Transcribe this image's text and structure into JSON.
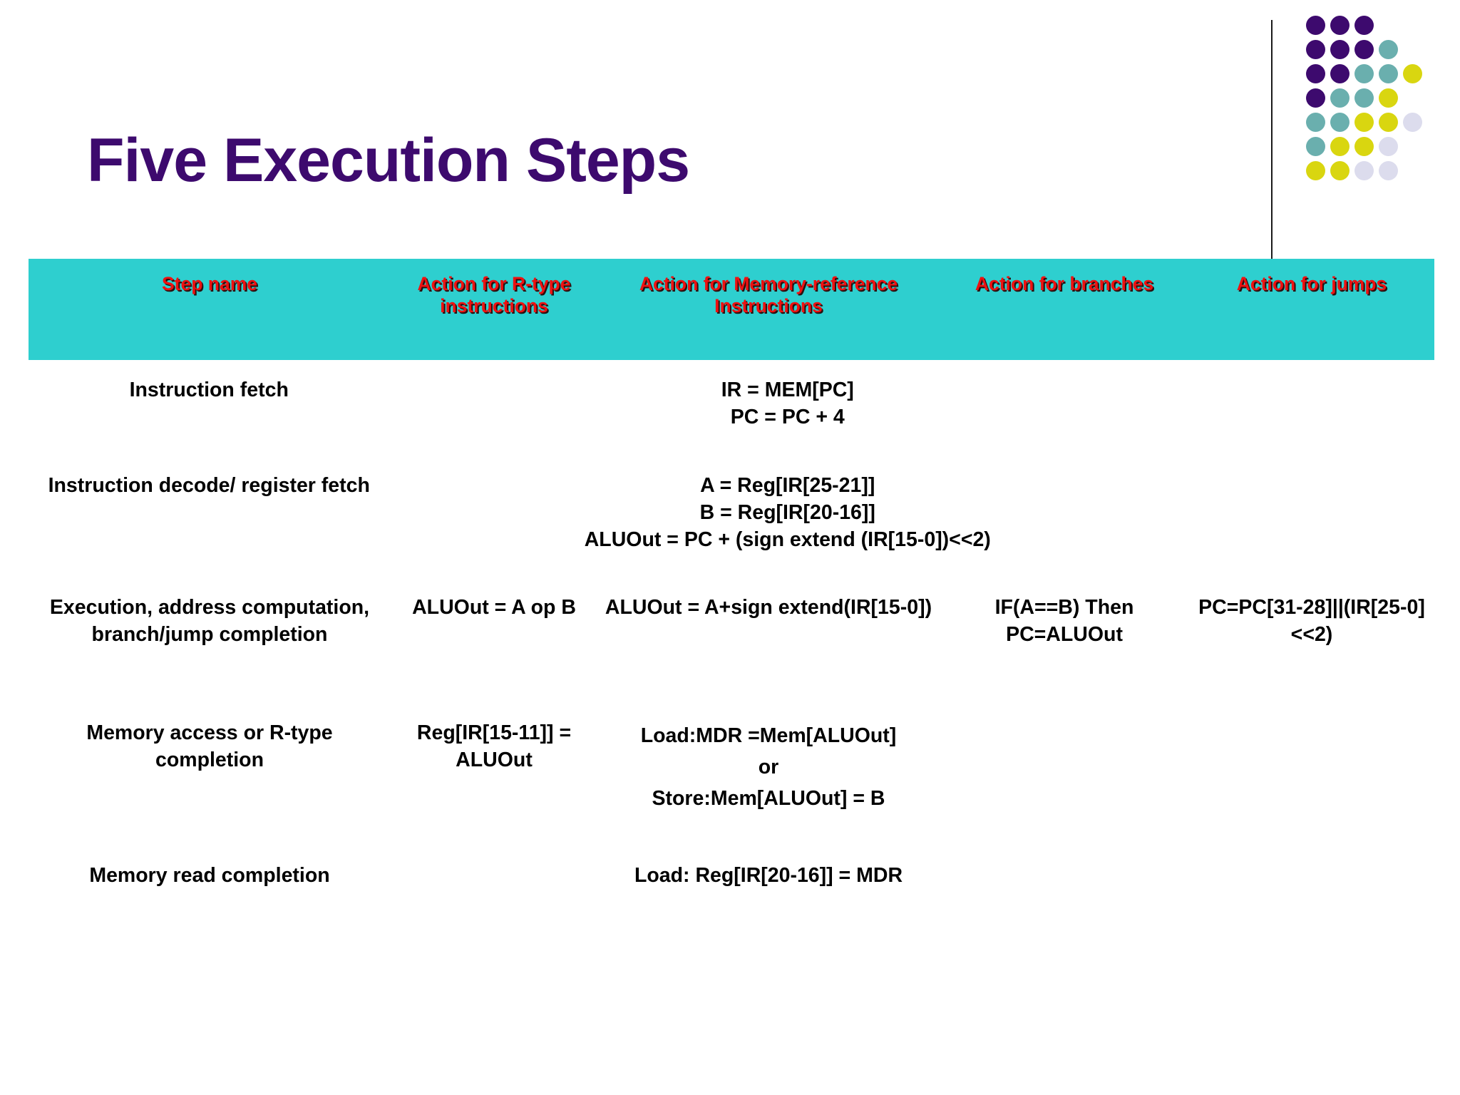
{
  "slide": {
    "title": "Five Execution Steps",
    "title_color": "#3d0a6e",
    "header_bg": "#2ecfcf",
    "header_text_color": "#ee1111",
    "body_text_color": "#000000"
  },
  "logo": {
    "name": "dot-grid-logo",
    "colors": {
      "purple": "#3d0a6e",
      "teal": "#6aafae",
      "yellow": "#d9d610",
      "lavender": "#dcdced"
    },
    "rows": [
      [
        "purple",
        "purple",
        "purple"
      ],
      [
        "purple",
        "purple",
        "purple",
        "teal"
      ],
      [
        "purple",
        "purple",
        "teal",
        "teal",
        "yellow"
      ],
      [
        "purple",
        "teal",
        "teal",
        "yellow"
      ],
      [
        "teal",
        "teal",
        "yellow",
        "yellow",
        "lavender"
      ],
      [
        "teal",
        "yellow",
        "yellow",
        "lavender"
      ],
      [
        "yellow",
        "yellow",
        "lavender",
        "lavender"
      ]
    ]
  },
  "table": {
    "headers": [
      "Step name",
      "Action for R-type instructions",
      "Action for Memory-reference Instructions",
      "Action for branches",
      "Action for jumps"
    ],
    "rows": [
      {
        "step": "Instruction fetch",
        "rtype": "",
        "memref": "IR = MEM[PC]\nPC = PC + 4",
        "branches": "",
        "jumps": "",
        "merged": true
      },
      {
        "step": "Instruction decode/ register fetch",
        "rtype": "",
        "memref": "A = Reg[IR[25-21]]\nB = Reg[IR[20-16]]\nALUOut =  PC + (sign extend (IR[15-0])<<2)",
        "branches": "",
        "jumps": "",
        "merged": true
      },
      {
        "step": "Execution, address computation, branch/jump completion",
        "rtype": "ALUOut = A op B",
        "memref": "ALUOut = A+sign extend(IR[15-0])",
        "branches": "IF(A==B) Then PC=ALUOut",
        "jumps": "PC=PC[31-28]||(IR[25-0]<<2)",
        "merged": false
      },
      {
        "step": "Memory access or R-type completion",
        "rtype": "Reg[IR[15-11]] = ALUOut",
        "memref": "Load:MDR =Mem[ALUOut]\nor\nStore:Mem[ALUOut] = B",
        "branches": "",
        "jumps": "",
        "merged": false
      },
      {
        "step": "Memory read completion",
        "rtype": "",
        "memref": "Load: Reg[IR[20-16]] = MDR",
        "branches": "",
        "jumps": "",
        "merged": false
      }
    ]
  }
}
